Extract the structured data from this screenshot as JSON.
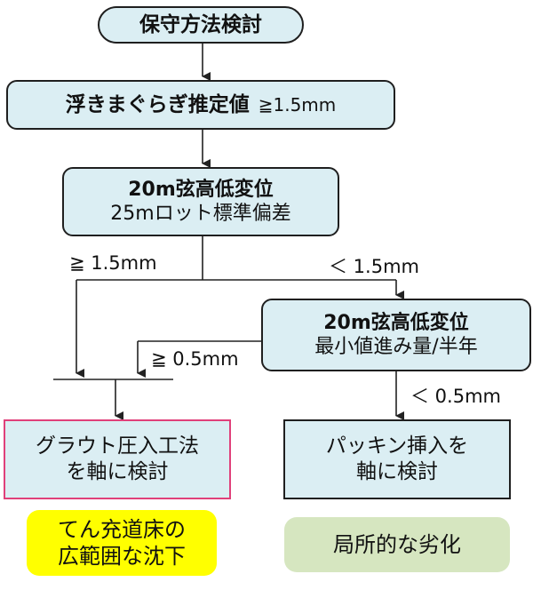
{
  "nodes": {
    "start": "保守方法検討",
    "float": "浮きまぐらぎ推定値",
    "float_cond": "≧1.5mm",
    "dev1_line1": "20m弦高低変位",
    "dev1_line2": "25mロット標準偏差",
    "dev2_line1": "20m弦高低変位",
    "dev2_line2": "最小値進み量/半年",
    "grout_line1": "グラウト圧入工法",
    "grout_line2": "を軸に検討",
    "packing_line1": "パッキン挿入を",
    "packing_line2": "軸に検討"
  },
  "edges": {
    "ge_15": "≧ 1.5mm",
    "lt_15": "＜ 1.5mm",
    "ge_05": "≧ 0.5mm",
    "lt_05": "＜ 0.5mm"
  },
  "tags": {
    "wide_line1": "てん充道床の",
    "wide_line2": "広範囲な沈下",
    "local": "局所的な劣化"
  },
  "colors": {
    "box_fill": "#dbeef3",
    "grout_border": "#e0407a",
    "tag_yellow": "#ffff00",
    "tag_green": "#d6e6c0"
  }
}
